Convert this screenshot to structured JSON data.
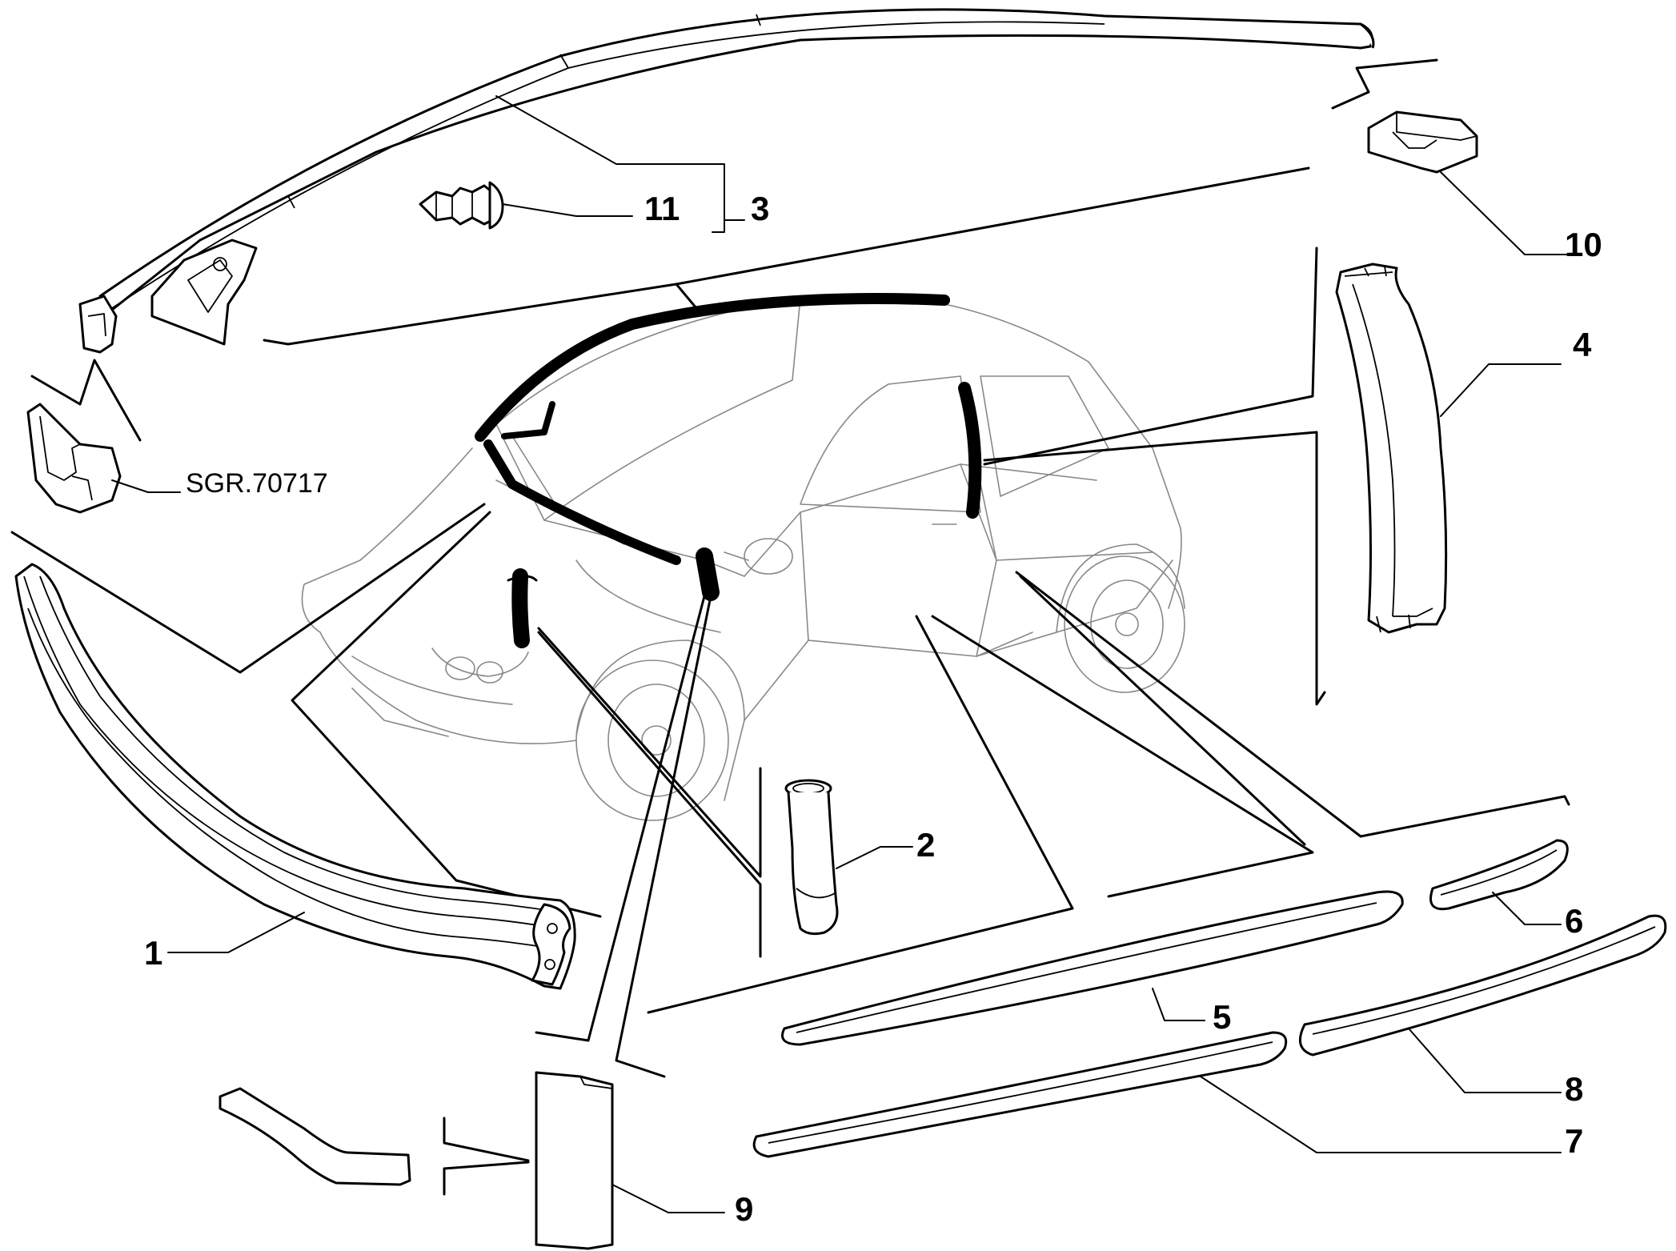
{
  "diagram": {
    "labels": {
      "part_1": "1",
      "part_2": "2",
      "part_3": "3",
      "part_4": "4",
      "part_5": "5",
      "part_6": "6",
      "part_7": "7",
      "part_8": "8",
      "part_9": "9",
      "part_10": "10",
      "part_11": "11",
      "ref": "SGR.70717"
    }
  }
}
